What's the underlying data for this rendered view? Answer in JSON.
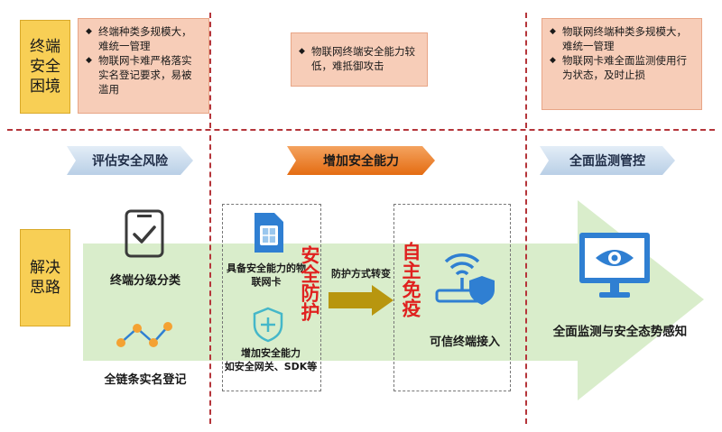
{
  "pain_label": "终端\n安全\n困境",
  "solution_label": "解决\n思路",
  "pain_points": {
    "left": [
      "终端种类多规模大，难统一管理",
      "物联网卡难严格落实实名登记要求，易被滥用"
    ],
    "middle": [
      "物联网终端安全能力较低，难抵御攻击"
    ],
    "right": [
      "物联网终端种类多规模大，难统一管理",
      "物联网卡难全面监测使用行为状态，及时止损"
    ]
  },
  "phases": [
    "评估安全风险",
    "增加安全能力",
    "全面监测管控"
  ],
  "items": {
    "classify": "终端分级分类",
    "realname": "全链条实名登记",
    "iot_card": "具备安全能力的物联网卡",
    "add_capability": "增加安全能力\n如安全网关、SDK等",
    "security_protect": "安全防护",
    "protect_mode_change": "防护方式转变",
    "self_immune": "自主免疫",
    "trusted_access": "可信终端接入",
    "full_monitor": "全面监测与安全态势感知"
  },
  "colors": {
    "label_yellow": "#f8cf55",
    "pain_box": "#f7cdb8",
    "arrow_green": "#d7ecc8",
    "accent_red": "#e0211f",
    "icon_blue": "#2f7fd2",
    "icon_dark": "#3a3a3a"
  },
  "icons": [
    "checklist-phone-icon",
    "network-nodes-icon",
    "sim-card-icon",
    "shield-plus-icon",
    "wifi-router-shield-icon",
    "monitor-eye-icon",
    "right-arrow-icon"
  ]
}
